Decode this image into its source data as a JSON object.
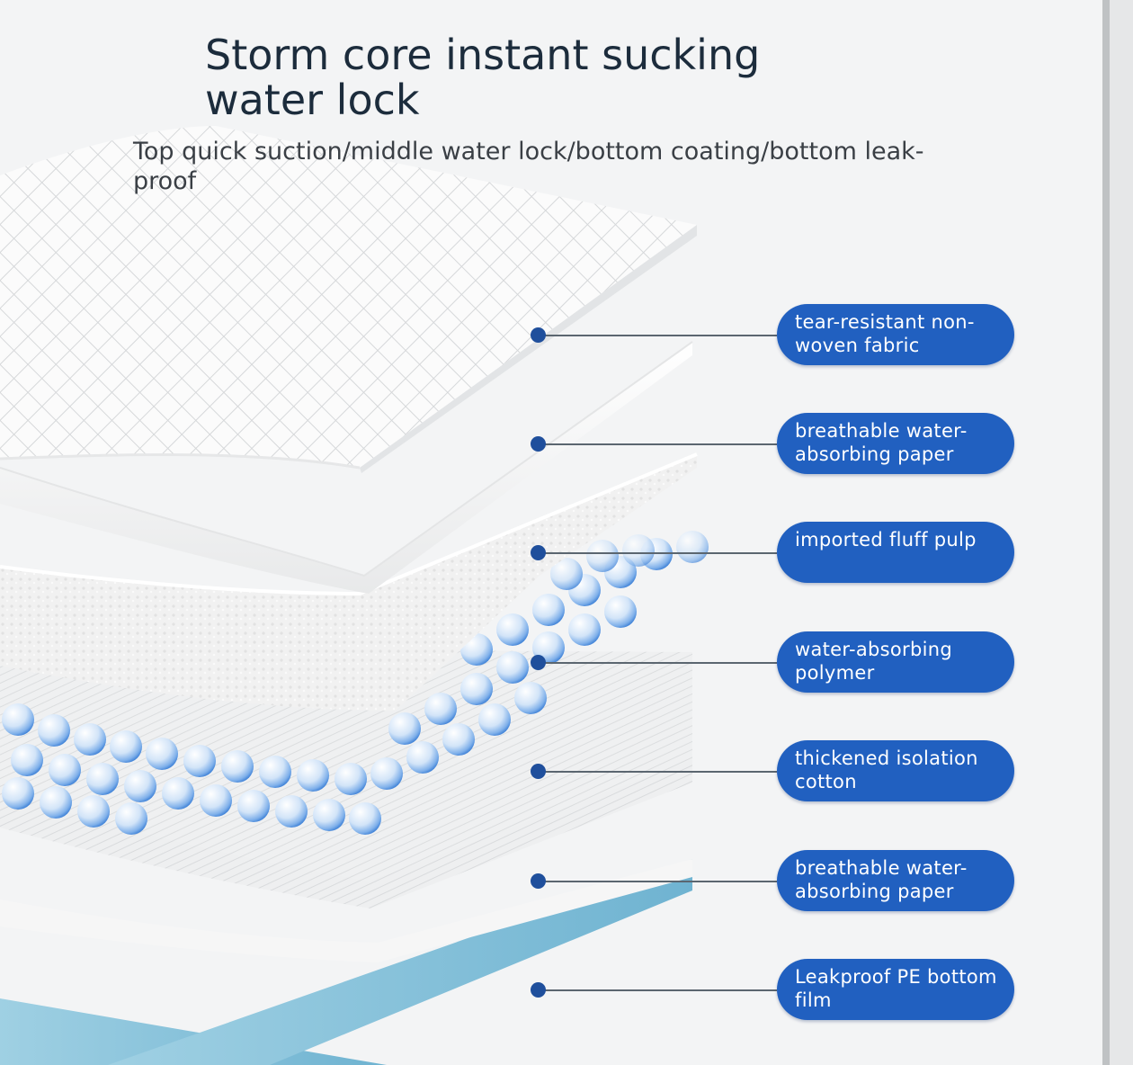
{
  "title": "Storm core instant sucking water lock",
  "subtitle": "Top quick suction/middle water lock/bottom coating/bottom leak-proof",
  "layers": [
    {
      "label": "tear-resistant non-woven fabric"
    },
    {
      "label": "breathable water-absorbing paper"
    },
    {
      "label": "imported fluff pulp"
    },
    {
      "label": "water-absorbing polymer"
    },
    {
      "label": "thickened isolation cotton"
    },
    {
      "label": "breathable water-absorbing paper"
    },
    {
      "label": "Leakproof PE bottom film"
    }
  ],
  "colors": {
    "label_pill": "#2160c0",
    "marker_dot": "#1f4f9c",
    "leader_line": "#5b6670",
    "title_text": "#1c2c3c",
    "polymer_bead": "#6ea6e4",
    "pe_film": "#7fbcd6"
  }
}
